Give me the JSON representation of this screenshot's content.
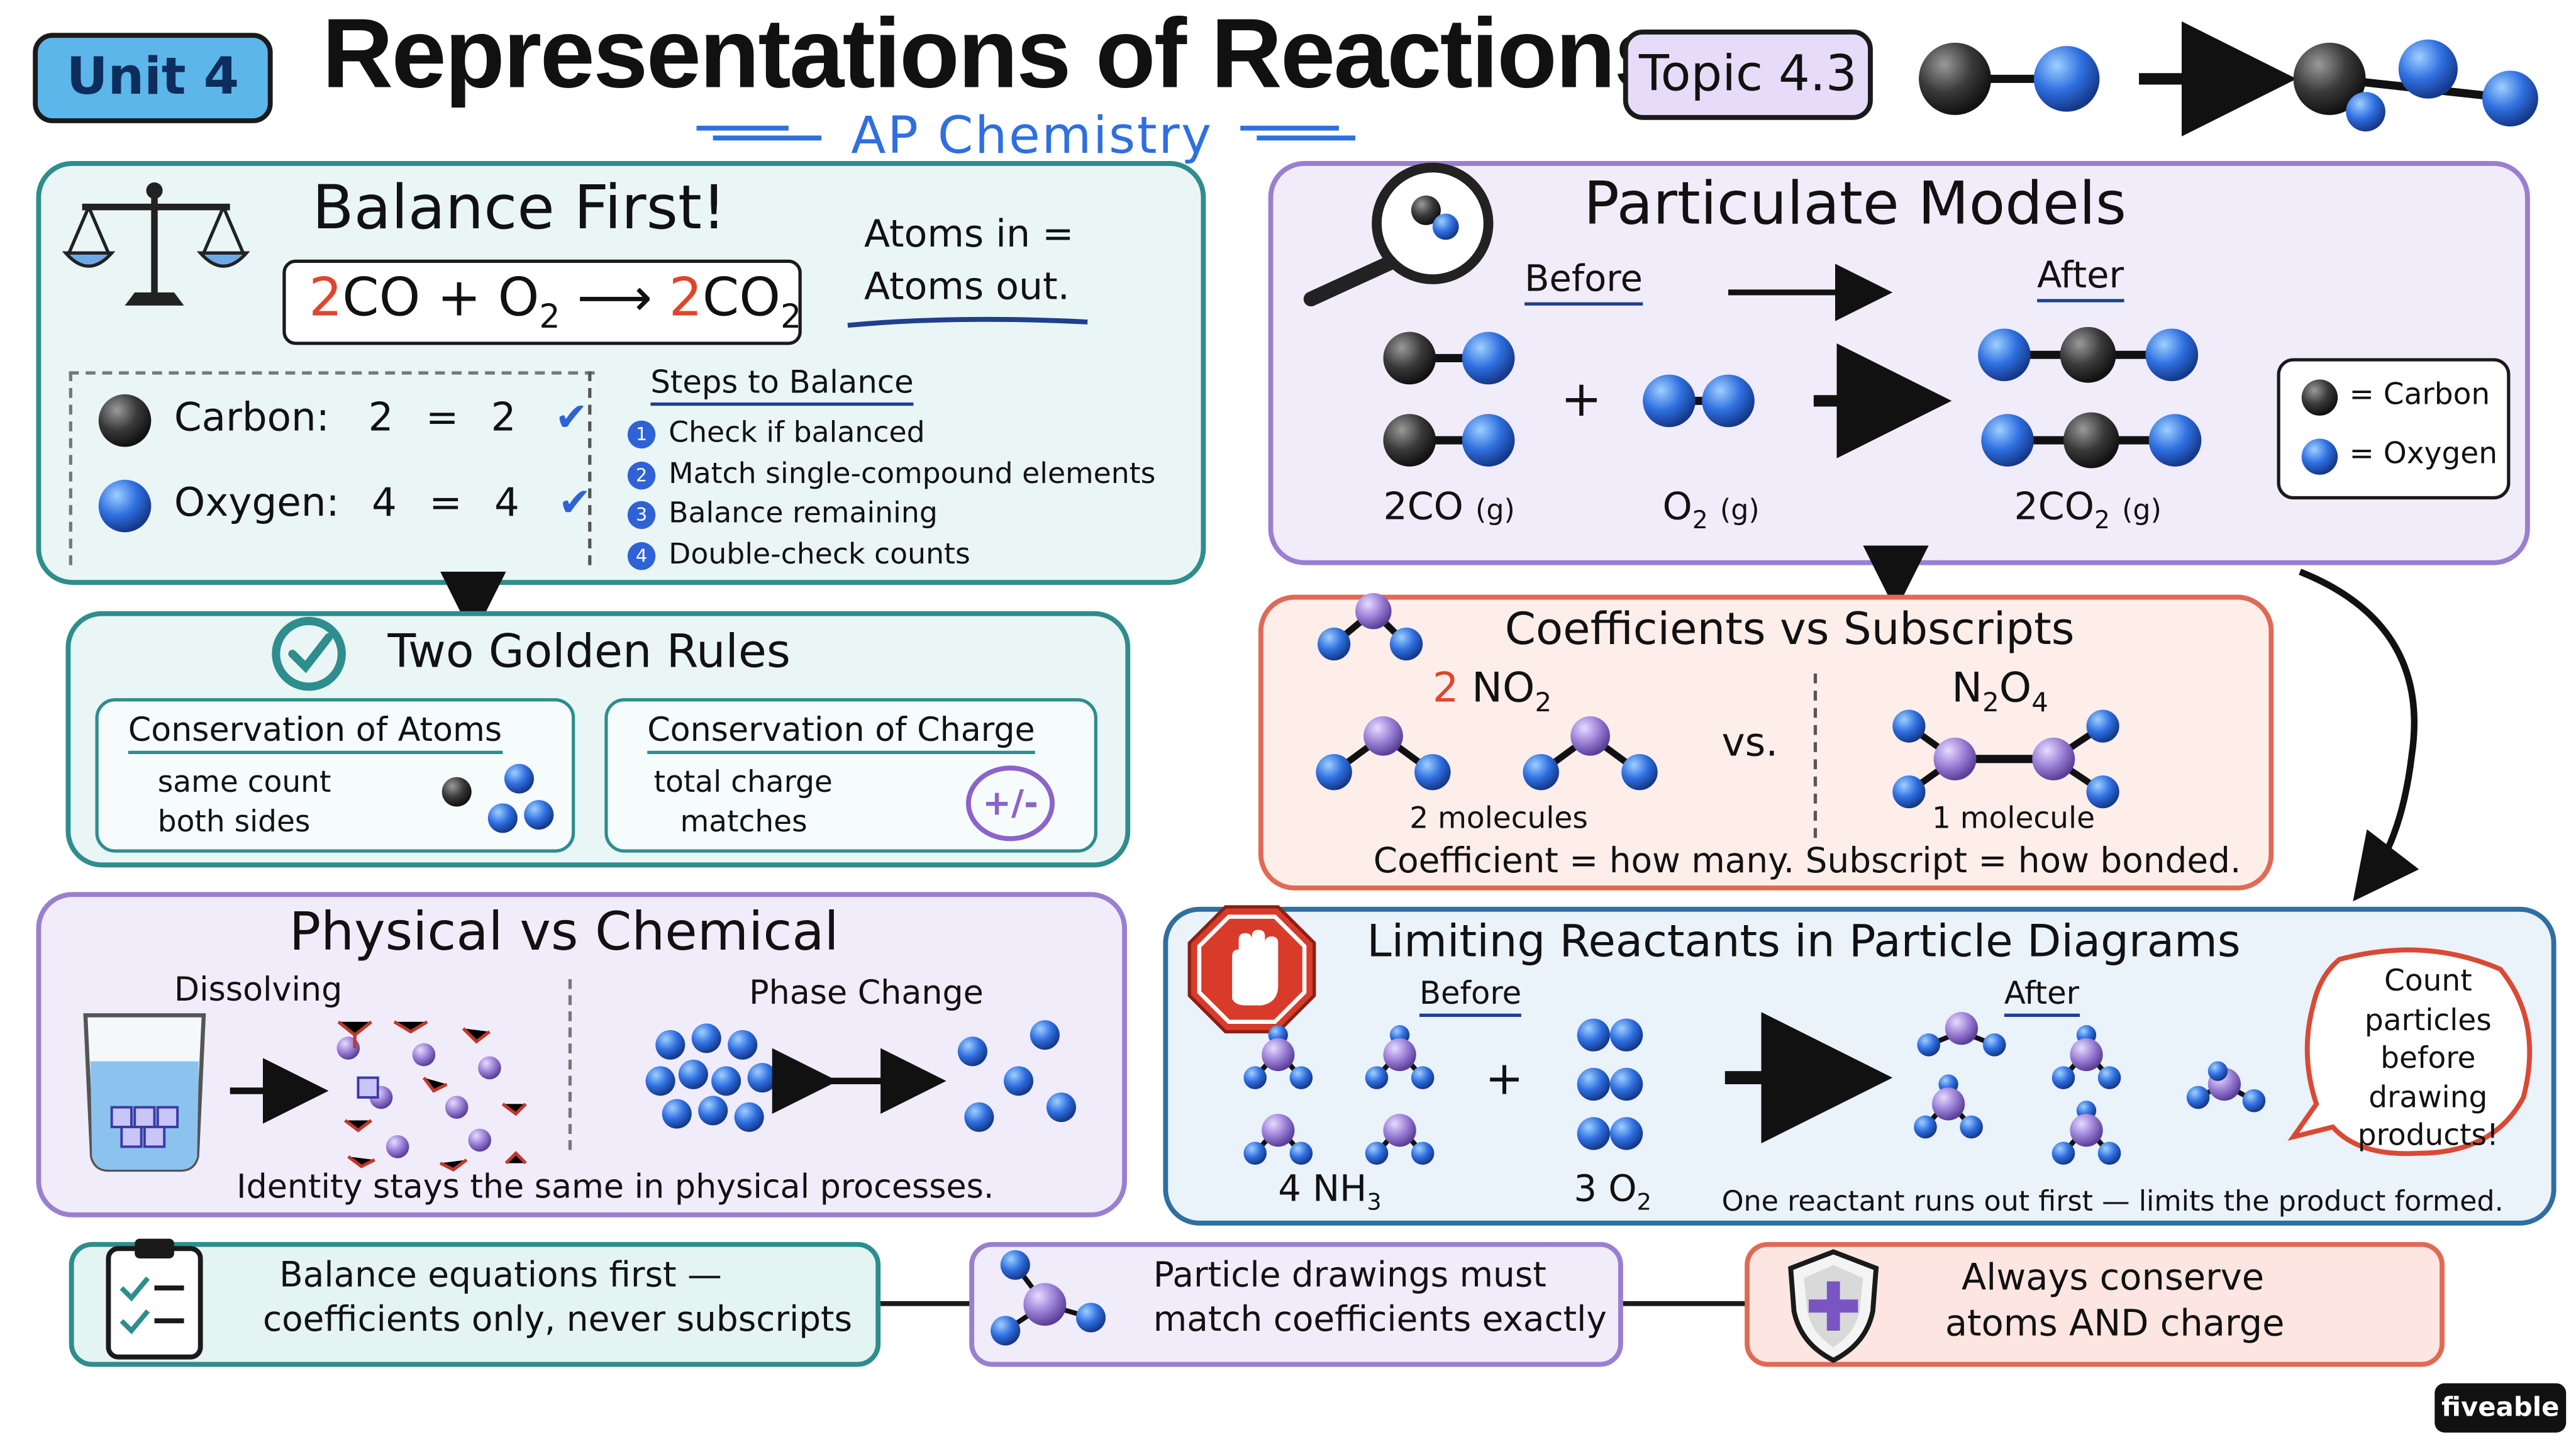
{
  "header": {
    "unit_label": "Unit 4",
    "title": "Representations of Reactions",
    "subtitle": "AP Chemistry",
    "topic_label": "Topic 4.3"
  },
  "balance": {
    "heading": "Balance First!",
    "equation": {
      "coef1": "2",
      "reactant1": "CO",
      "plus": "+",
      "reactant2": "O",
      "reactant2_sub": "2",
      "coef2": "2",
      "product": "CO",
      "product_sub": "2"
    },
    "atoms_note": [
      "Atoms in =",
      "Atoms out."
    ],
    "counts": [
      {
        "element": "Carbon:",
        "left": "2",
        "eq": "=",
        "right": "2"
      },
      {
        "element": "Oxygen:",
        "left": "4",
        "eq": "=",
        "right": "4"
      }
    ],
    "steps_heading": "Steps to Balance",
    "steps": [
      {
        "n": "1",
        "text": "Check if balanced"
      },
      {
        "n": "2",
        "text": "Match single-compound elements"
      },
      {
        "n": "3",
        "text": "Balance remaining"
      },
      {
        "n": "4",
        "text": "Double-check counts"
      }
    ]
  },
  "golden_rules": {
    "heading": "Two Golden Rules",
    "atoms": {
      "title": "Conservation of Atoms",
      "line1": "same count",
      "line2": "both sides"
    },
    "charge": {
      "title": "Conservation of Charge",
      "line1": "total charge",
      "line2": "matches",
      "symbol": "+/-"
    }
  },
  "physical": {
    "heading": "Physical vs Chemical",
    "dissolving": "Dissolving",
    "phase_change": "Phase Change",
    "footer": "Identity stays the same in physical processes."
  },
  "particulate": {
    "heading": "Particulate Models",
    "before": "Before",
    "after": "After",
    "plus": "+",
    "labels": [
      {
        "main": "2CO",
        "state": "(g)"
      },
      {
        "main": "O",
        "sub": "2",
        "state": "(g)"
      },
      {
        "main": "2CO",
        "sub": "2",
        "state": "(g)"
      }
    ],
    "legend": {
      "carbon": "= Carbon",
      "oxygen": "= Oxygen"
    }
  },
  "coefficients": {
    "heading": "Coefficients vs Subscripts",
    "left_coef": "2",
    "left_formula": "NO",
    "left_sub": "2",
    "vs": "vs.",
    "right_formula_a": "N",
    "right_sub_a": "2",
    "right_formula_b": "O",
    "right_sub_b": "4",
    "left_caption": "2 molecules",
    "right_caption": "1 molecule",
    "footer": "Coefficient = how many. Subscript = how bonded."
  },
  "limiting": {
    "heading": "Limiting Reactants in Particle Diagrams",
    "before": "Before",
    "after": "After",
    "plus": "+",
    "left_label": {
      "coef": "4 NH",
      "sub": "3"
    },
    "right_label": {
      "coef": "3 O",
      "sub": "2"
    },
    "footer": "One reactant runs out first — limits the product formed.",
    "bubble": [
      "Count",
      "particles",
      "before",
      "drawing",
      "products!"
    ]
  },
  "bottom": {
    "tip1": [
      "Balance equations first —",
      "coefficients only, never subscripts"
    ],
    "tip2": [
      "Particle drawings must",
      "match coefficients exactly"
    ],
    "tip3": [
      "Always conserve",
      "atoms AND charge"
    ]
  },
  "brand": "fiveable",
  "colors": {
    "carbon": "#3a3a3a",
    "oxygen": "#2f6fe0",
    "nitrogen": "#9b7fd6",
    "teal_border": "#2e8d8d",
    "teal_fill": "#eaf6f6",
    "purple_border": "#9a7fd0",
    "purple_fill": "#f1ecfa",
    "red_border": "#e06a55",
    "red_fill": "#fdeeea",
    "blue_border": "#2f6ea0",
    "blue_fill": "#eaf2fa",
    "accent_red": "#e0452b"
  }
}
